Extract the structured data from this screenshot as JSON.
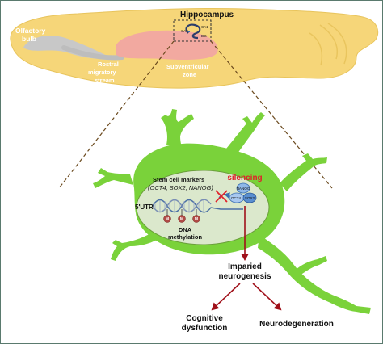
{
  "brain": {
    "hippocampus_label": "Hippocampus",
    "olfactory_bulb_line1": "Olfactory",
    "olfactory_bulb_line2": "bulb",
    "rostral_stream_line1": "Rostral",
    "rostral_stream_line2": "migratory",
    "rostral_stream_line3": "stream",
    "svz_line1": "Subventricular",
    "svz_line2": "zone",
    "ca3_label": "CA3",
    "ca1_label": "CA1",
    "dg_label": "DG"
  },
  "cell": {
    "stem_markers_title": "Stem cell markers",
    "stem_markers_genes": "(OCT4, SOX2, NANOG)",
    "utr_label": "5'UTR",
    "methyl_mark": "M",
    "dna_methylation_line1": "DNA",
    "dna_methylation_line2": "methylation",
    "silencing_label": "silencing",
    "nanog_label": "NANOG",
    "oct4_label": "OCT4",
    "sox2_label": "SOX2"
  },
  "outcomes": {
    "impaired_line1": "Imparied",
    "impaired_line2": "neurogenesis",
    "cognitive_line1": "Cognitive",
    "cognitive_line2": "dysfunction",
    "neurodegeneration": "Neurodegeneration"
  },
  "colors": {
    "brain_fill": "#f6d679",
    "hippo_region": "#f2a9a0",
    "olfactory_gray": "#c8c8c8",
    "cell_green": "#7ad23a",
    "nucleus_fill": "#dbe8cc",
    "arrow_red": "#a0101a",
    "silencing_red": "#e0202a",
    "methyl_fill": "#b04a44"
  }
}
